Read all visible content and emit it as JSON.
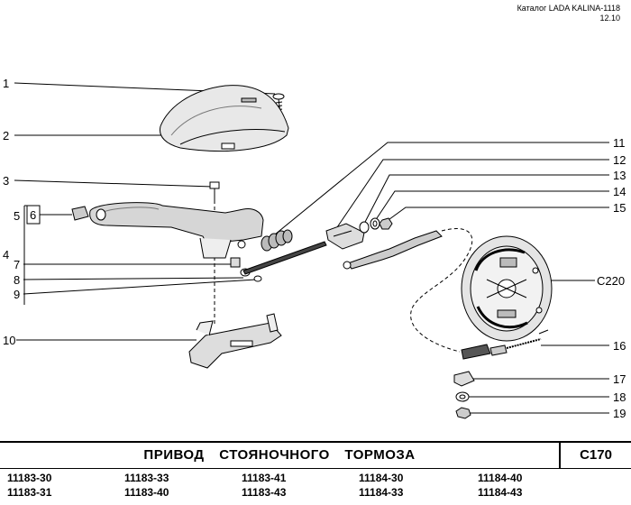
{
  "header": {
    "catalog": "Каталог LADA KALINA-1118",
    "edition": "12.10"
  },
  "callouts": {
    "c1": "1",
    "c2": "2",
    "c3": "3",
    "c4": "4",
    "c5": "5",
    "c6": "6",
    "c7": "7",
    "c8": "8",
    "c9": "9",
    "c10": "10",
    "c11": "11",
    "c12": "12",
    "c13": "13",
    "c14": "14",
    "c15": "15",
    "c16": "16",
    "c17": "17",
    "c18": "18",
    "c19": "19",
    "cref": "C220"
  },
  "footer": {
    "title": "ПРИВОД СТОЯНОЧНОГО ТОРМОЗА",
    "code": "C170",
    "models": [
      "11183-30",
      "11183-33",
      "11183-41",
      "11184-30",
      "11184-40",
      "11183-31",
      "11183-40",
      "11183-43",
      "11184-33",
      "11184-43"
    ]
  }
}
